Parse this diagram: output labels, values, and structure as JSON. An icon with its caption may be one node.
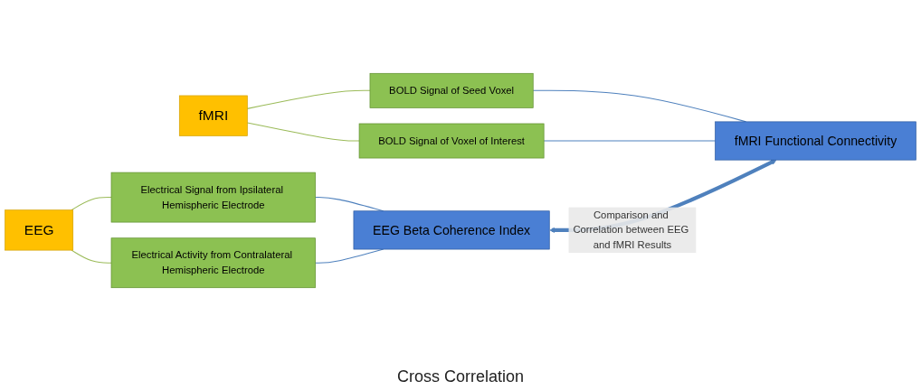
{
  "diagram": {
    "nodes": [
      {
        "text": [
          "EEG"
        ]
      },
      {
        "text": [
          "Electrical Signal from Ipsilateral Hemispheric Electrode"
        ]
      },
      {
        "text": [
          "Electrical Activity from Contralateral Hemispheric Electrode"
        ]
      },
      {
        "text": [
          "EEG Beta Coherence Index"
        ]
      },
      {
        "text": [
          "fMRI"
        ]
      },
      {
        "text": [
          "BOLD Signal of Seed Voxel"
        ]
      },
      {
        "text": [
          "BOLD Signal of Voxel of Interest"
        ]
      },
      {
        "text": [
          "fMRI Functional Connectivity"
        ]
      }
    ],
    "edges": [
      {
        "from": 0,
        "to": 1,
        "arrow": "none",
        "color": "#9bbb59"
      },
      {
        "from": 0,
        "to": 2,
        "arrow": "none",
        "color": "#9bbb59"
      },
      {
        "from": 1,
        "to": 3,
        "arrow": "none",
        "color": "#4f81bd"
      },
      {
        "from": 2,
        "to": 3,
        "arrow": "none",
        "color": "#4f81bd"
      },
      {
        "from": 4,
        "to": 5,
        "arrow": "none",
        "color": "#9bbb59"
      },
      {
        "from": 4,
        "to": 6,
        "arrow": "none",
        "color": "#9bbb59"
      },
      {
        "from": 5,
        "to": 7,
        "arrow": "none",
        "color": "#4f81bd"
      },
      {
        "from": 6,
        "to": 7,
        "arrow": "none",
        "color": "#4f81bd"
      },
      {
        "from": 3,
        "to": 7,
        "arrow": "both",
        "style": "thick",
        "color": "#4f81bd",
        "label": "Comparison and Correlation between EEG and fMRI Results"
      }
    ],
    "labels": [
      "Cross Correlation"
    ]
  }
}
